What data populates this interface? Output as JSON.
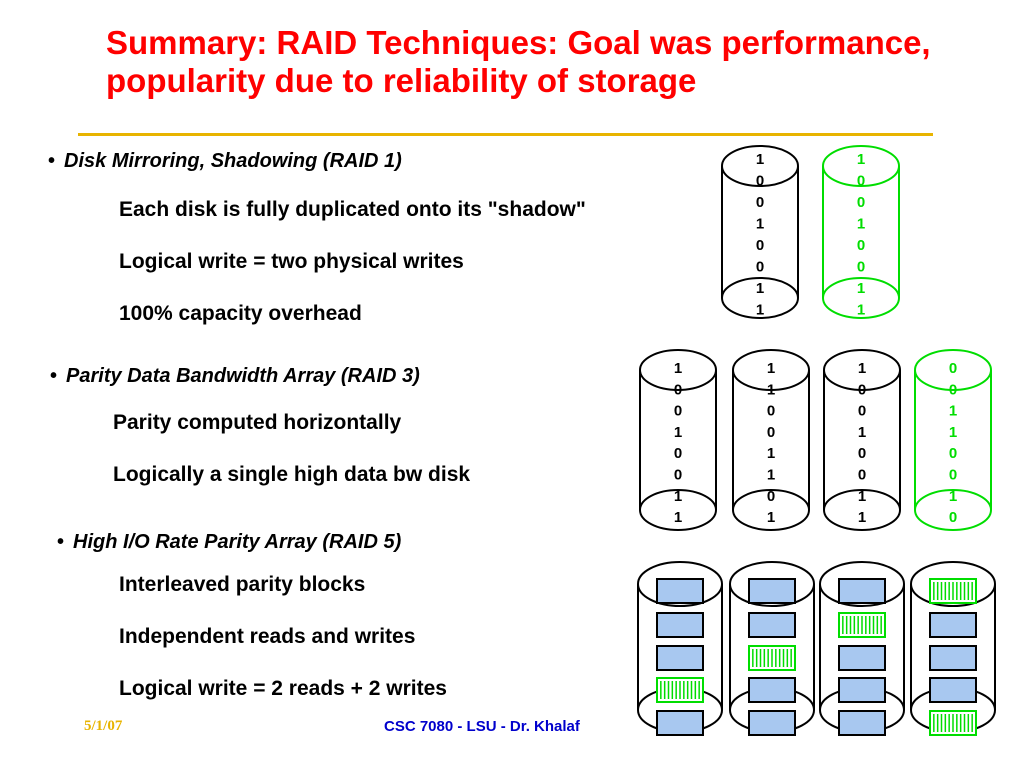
{
  "slide": {
    "title": "Summary: RAID Techniques: Goal was performance, popularity due to reliability of storage"
  },
  "sections": [
    {
      "heading": "Disk Mirroring, Shadowing (RAID 1)",
      "points": [
        "Each disk is fully duplicated onto its \"shadow\"",
        "Logical write = two physical writes",
        "100% capacity overhead"
      ]
    },
    {
      "heading": "Parity Data Bandwidth Array (RAID 3)",
      "points": [
        "Parity computed horizontally",
        "Logically a single high data bw disk"
      ]
    },
    {
      "heading": "High I/O Rate Parity Array (RAID 5)",
      "points": [
        "Interleaved parity blocks",
        "Independent reads and writes",
        "Logical write = 2 reads + 2 writes"
      ]
    }
  ],
  "raid1_disks": [
    {
      "bits": [
        "1",
        "0",
        "0",
        "1",
        "0",
        "0",
        "1",
        "1"
      ],
      "role": "data"
    },
    {
      "bits": [
        "1",
        "0",
        "0",
        "1",
        "0",
        "0",
        "1",
        "1"
      ],
      "role": "shadow"
    }
  ],
  "raid3_disks": [
    {
      "bits": [
        "1",
        "0",
        "0",
        "1",
        "0",
        "0",
        "1",
        "1"
      ],
      "role": "data"
    },
    {
      "bits": [
        "1",
        "1",
        "0",
        "0",
        "1",
        "1",
        "0",
        "1"
      ],
      "role": "data"
    },
    {
      "bits": [
        "1",
        "0",
        "0",
        "1",
        "0",
        "0",
        "1",
        "1"
      ],
      "role": "data"
    },
    {
      "bits": [
        "0",
        "0",
        "1",
        "1",
        "0",
        "0",
        "1",
        "0"
      ],
      "role": "parity"
    }
  ],
  "raid5_disks": [
    {
      "blocks": [
        "data",
        "data",
        "data",
        "parity",
        "data"
      ]
    },
    {
      "blocks": [
        "data",
        "data",
        "parity",
        "data",
        "data"
      ]
    },
    {
      "blocks": [
        "data",
        "parity",
        "data",
        "data",
        "data"
      ]
    },
    {
      "blocks": [
        "parity",
        "data",
        "data",
        "data",
        "parity"
      ]
    }
  ],
  "footer": {
    "date": "5/1/07",
    "course": "CSC 7080 - LSU - Dr. Khalaf"
  },
  "colors": {
    "title": "#ff0000",
    "rule": "#e8b400",
    "parity": "#00dd00",
    "data_block": "#a8c8f0",
    "footer_course": "#0000cc"
  }
}
